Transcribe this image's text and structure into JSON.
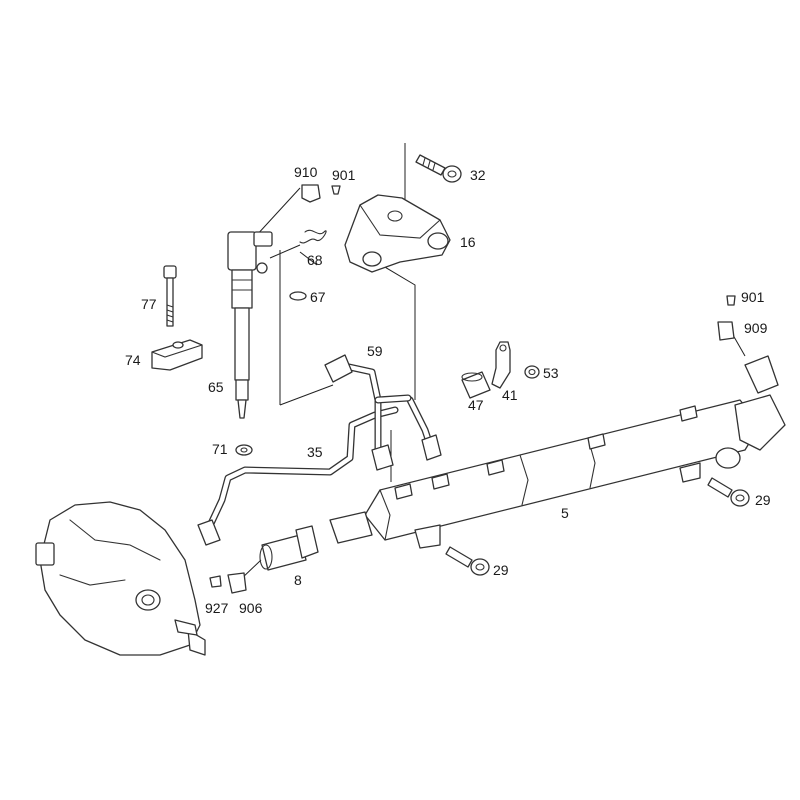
{
  "callouts": {
    "c32": "32",
    "c16": "16",
    "c910": "910",
    "c901a": "901",
    "c68": "68",
    "c67": "67",
    "c77": "77",
    "c74": "74",
    "c65": "65",
    "c59": "59",
    "c71": "71",
    "c35": "35",
    "c47": "47",
    "c41": "41",
    "c53": "53",
    "c901b": "901",
    "c909": "909",
    "c5": "5",
    "c29a": "29",
    "c29b": "29",
    "c8": "8",
    "c927": "927",
    "c906": "906"
  },
  "colors": {
    "line": "#333333",
    "background": "#ffffff"
  }
}
